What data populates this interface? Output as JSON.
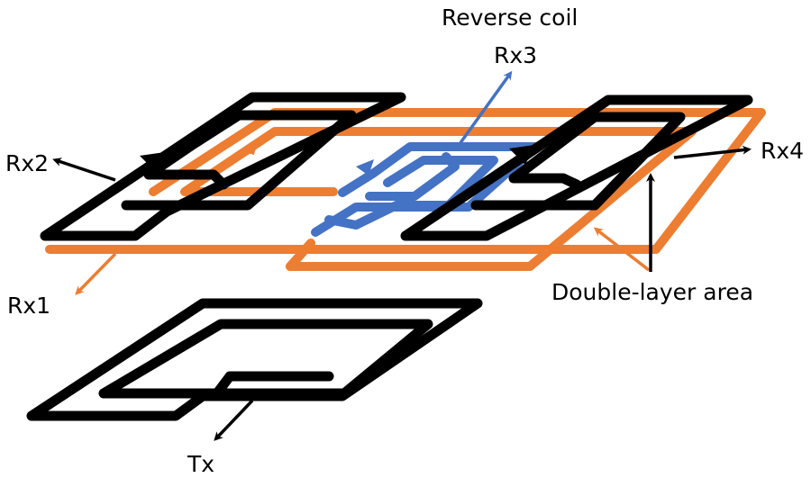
{
  "diagram": {
    "title": "Multi-coil wireless power transfer structure",
    "colors": {
      "tx_and_rx2_rx4": "#000000",
      "rx1": "#ED7D31",
      "rx3": "#4472C4"
    },
    "labels": {
      "reverse_coil": "Reverse coil",
      "rx3": "Rx3",
      "rx2": "Rx2",
      "rx4": "Rx4",
      "rx1": "Rx1",
      "double_layer": "Double-layer area",
      "tx": "Tx"
    },
    "components": [
      {
        "id": "tx",
        "name": "Tx",
        "description": "Transmitter coil, two-turn, bottom layer"
      },
      {
        "id": "rx1",
        "name": "Rx1",
        "description": "Large receiver coil, two-turn, orange"
      },
      {
        "id": "rx2",
        "name": "Rx2",
        "description": "Left receiver coil, two-turn, black"
      },
      {
        "id": "rx3",
        "name": "Rx3",
        "description": "Reverse coil, center, blue"
      },
      {
        "id": "rx4",
        "name": "Rx4",
        "description": "Right receiver coil, two-turn, black"
      }
    ]
  }
}
